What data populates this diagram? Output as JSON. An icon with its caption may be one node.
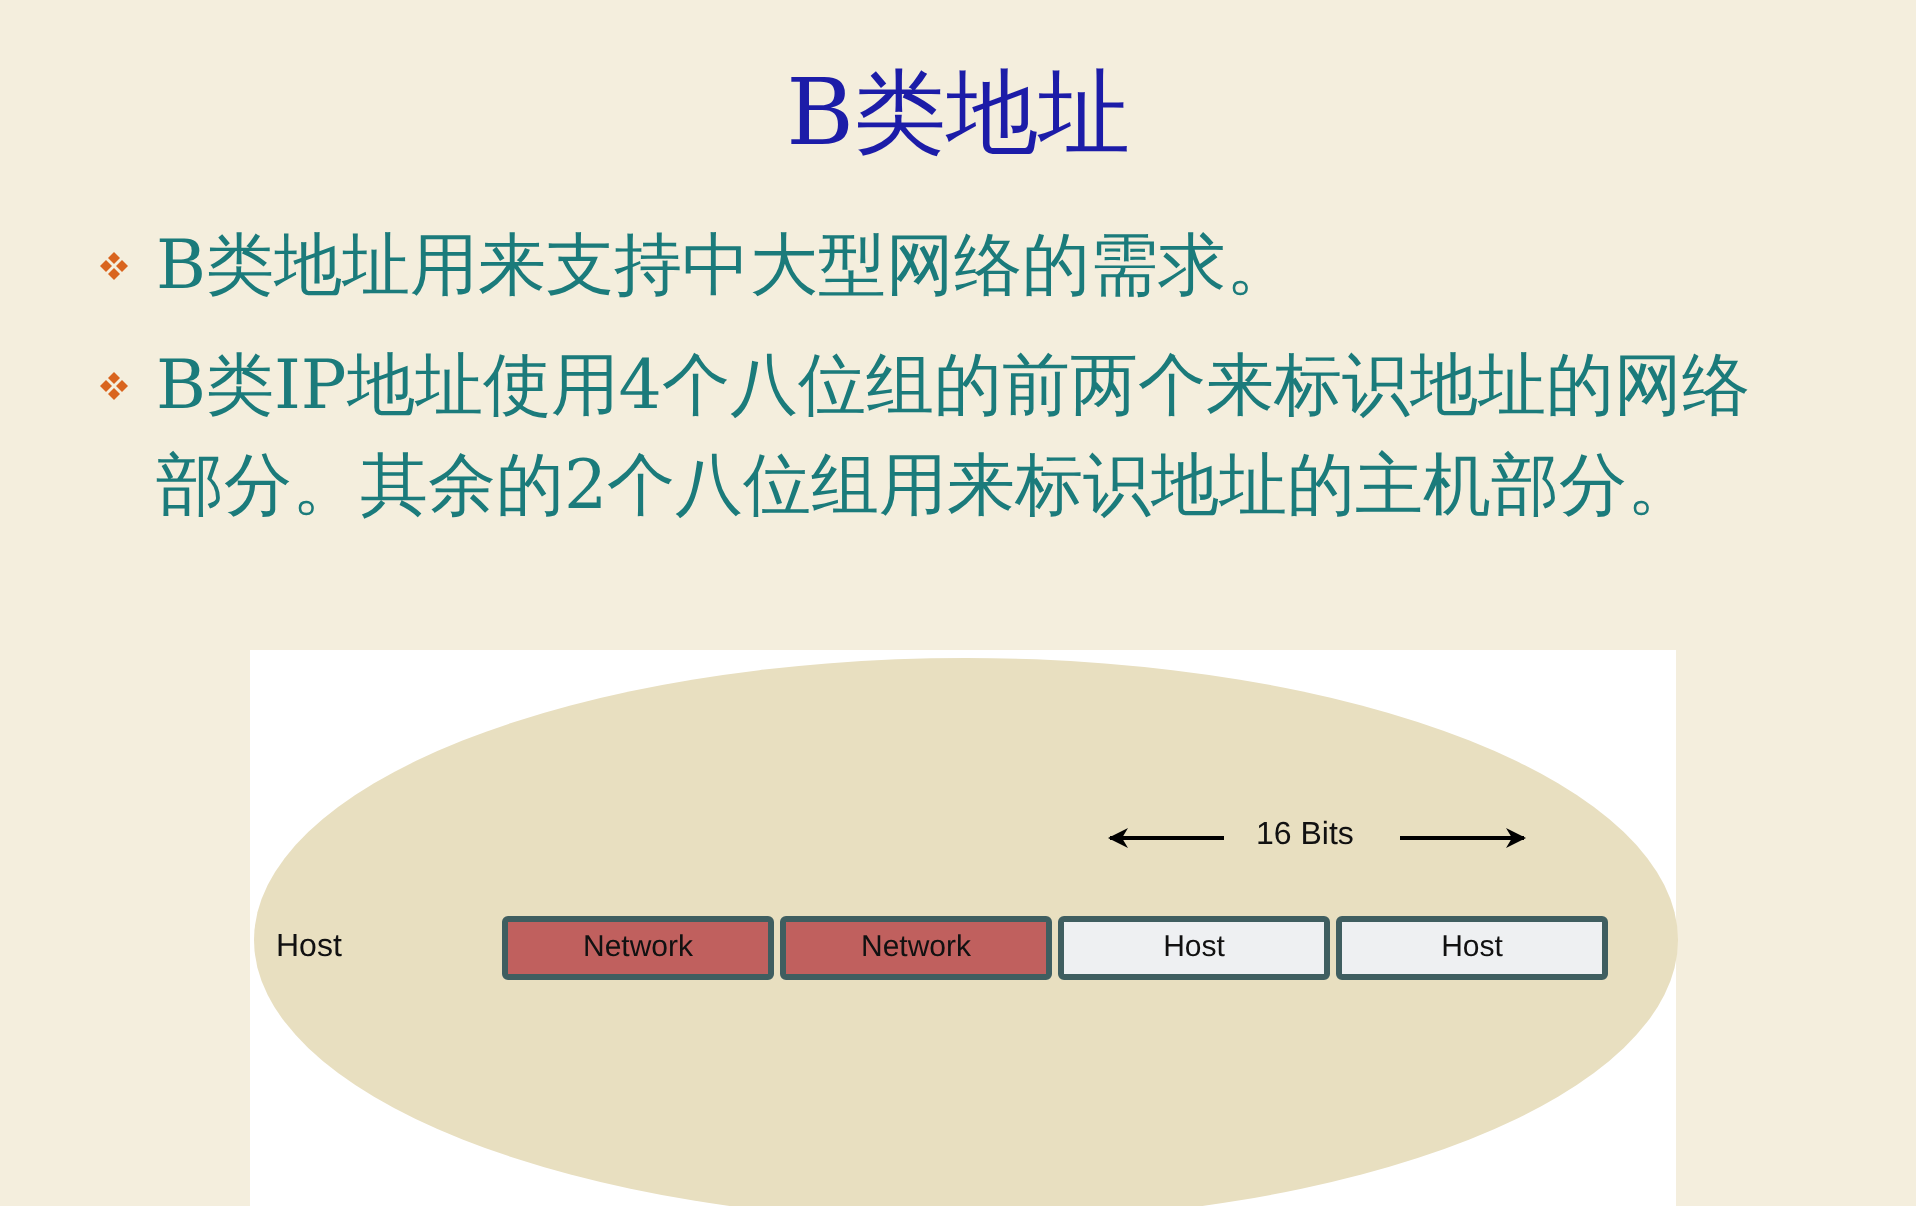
{
  "diagram": {
    "title": "B类地址",
    "nodes": [
      {
        "text": [
          "Network"
        ]
      },
      {
        "text": [
          "Network"
        ]
      },
      {
        "text": [
          "Host"
        ]
      },
      {
        "text": [
          "Host"
        ]
      }
    ],
    "edges": [],
    "labels": [
      "B类地址用来支持中大型网络的需求。",
      "B类IP地址使用4个八位组的前两个来标识地址的网络部分。其余的2个八位组用来标识地址的主机部分。",
      "16 Bits",
      "Host"
    ]
  }
}
